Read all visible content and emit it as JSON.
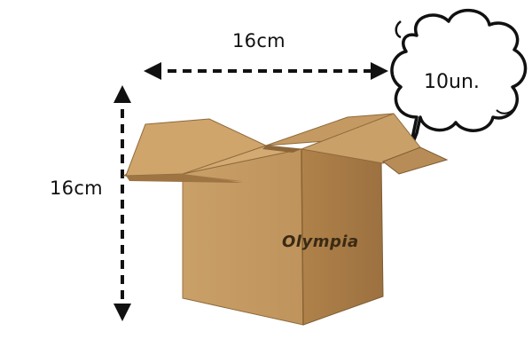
{
  "dimensions": {
    "width_label": "16cm",
    "height_label": "16cm"
  },
  "callout": {
    "quantity_label": "10un."
  },
  "box": {
    "brand_label": "Olympia"
  },
  "colors": {
    "box_front": "#c59a62",
    "box_side": "#a97c45",
    "flap_light": "#d2a870",
    "flap_dark": "#b68953",
    "arrow": "#111111"
  }
}
